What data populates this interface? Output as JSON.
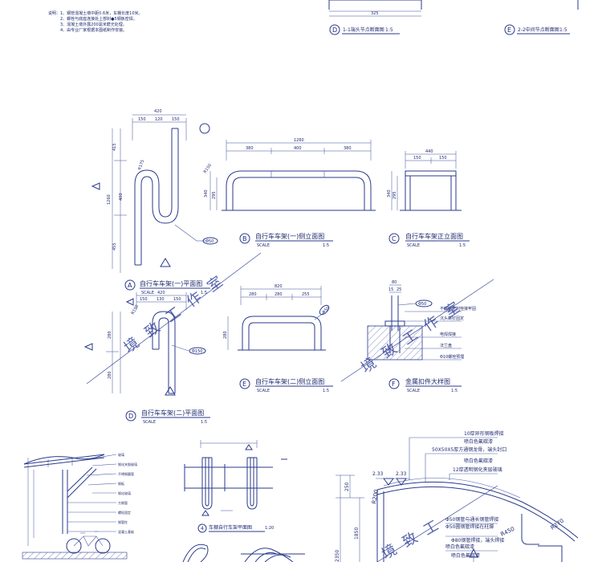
{
  "notes": {
    "heading": "说明：",
    "lines": [
      "1、钢管混凝土墩中距0.6米，车棚长度10米。",
      "2、螺栓与底座连接处上部封●5钢板密焊。",
      "3、混凝土墩外露200毫米磨光处理。",
      "4、由专业厂家根据本图纸制作安装。"
    ]
  },
  "sections": {
    "d": {
      "letter": "D",
      "title": "1-1端头节点断面图",
      "scale": "1:5"
    },
    "e": {
      "letter": "E",
      "title": "2-2中间节点断面图",
      "scale": "1:5"
    },
    "top_dim": "325"
  },
  "views": {
    "a": {
      "letter": "A",
      "title": "自行车车架(一)平面图",
      "scale_word": "SCALE",
      "scale": "1:5"
    },
    "b": {
      "letter": "B",
      "title": "自行车车架(一)侧立面图",
      "scale_word": "SCALE",
      "scale": "1:5"
    },
    "c": {
      "letter": "C",
      "title": "自行车车架正立面图",
      "scale_word": "SCALE",
      "scale": "1:5"
    },
    "d2": {
      "letter": "D",
      "title": "自行车车架(二)平面图",
      "scale_word": "SCALE",
      "scale": "1:5"
    },
    "e2": {
      "letter": "E",
      "title": "自行车车架(二)侧立面图",
      "scale_word": "SCALE",
      "scale": "1:5"
    },
    "f": {
      "letter": "F",
      "title": "金属扣件大样图",
      "scale_word": "SCALE",
      "scale": "1:5"
    },
    "g": {
      "letter": "4",
      "title": "车棚自行车架平面图",
      "scale": "1:20"
    }
  },
  "dims": {
    "a_top": "420",
    "a_top_parts": [
      "150",
      "120",
      "150"
    ],
    "a_v1": "415",
    "a_v2": "400",
    "a_v3": "455",
    "a_total": "1260",
    "a_r": "R175",
    "a_tag": "Φ50",
    "b_top": "1260",
    "b_parts": [
      "380",
      "400",
      "380"
    ],
    "b_h1": "340",
    "b_h2": "295",
    "b_r": "R150",
    "c_top": "440",
    "c_parts": [
      "150",
      "150"
    ],
    "c_h1": "340",
    "c_h2": "295",
    "d_top": "420",
    "d_parts": [
      "150",
      "130",
      "150"
    ],
    "d_v1": "280",
    "d_v2": "280",
    "d_r": "R150",
    "d_tag": "Φ150",
    "e_top": "820",
    "e_parts": [
      "280",
      "280",
      "255"
    ],
    "e_h": "280",
    "e_tag": "Φ50",
    "f_top": "80",
    "f_parts": [
      "15",
      "25"
    ],
    "f_tag": "Φ50",
    "g_h1": "2350",
    "g_h2": "1850",
    "g_h3": "250",
    "g_r1": "R200",
    "g_r2": "R450",
    "g_r3": "R270",
    "g_w1": "2.33",
    "g_w2": "2.33"
  },
  "f_notes": [
    "不锈钢管材栓接牢固",
    "沉头螺钉固定",
    "电焊焊接",
    "法兰盘",
    "Φ10螺栓预埋"
  ],
  "roof_notes": [
    "10厚异形钢板焊接",
    "喷白色氟碳漆",
    "50X50X5厚方通钢龙骨，端头封口",
    "喷白色氟碳漆",
    "12厚透明钢化夹层玻璃",
    "Φ50钢管与通长钢管焊接",
    "Φ50圆钢管焊接在柱脚",
    "喷白色氟碳漆"
  ],
  "roof_notes_b": [
    "Φ80钢管焊接，端头焊接",
    "喷白色氟碳漆"
  ],
  "shelter_notes": [
    "玻璃",
    "钢化夹胶玻璃",
    "不锈钢圆管",
    "钢板",
    "钢化玻璃",
    "方钢管",
    "螺栓固定",
    "钢管柱",
    "混凝土基础"
  ],
  "watermark": [
    "境",
    "致",
    "工",
    "作",
    "室"
  ]
}
